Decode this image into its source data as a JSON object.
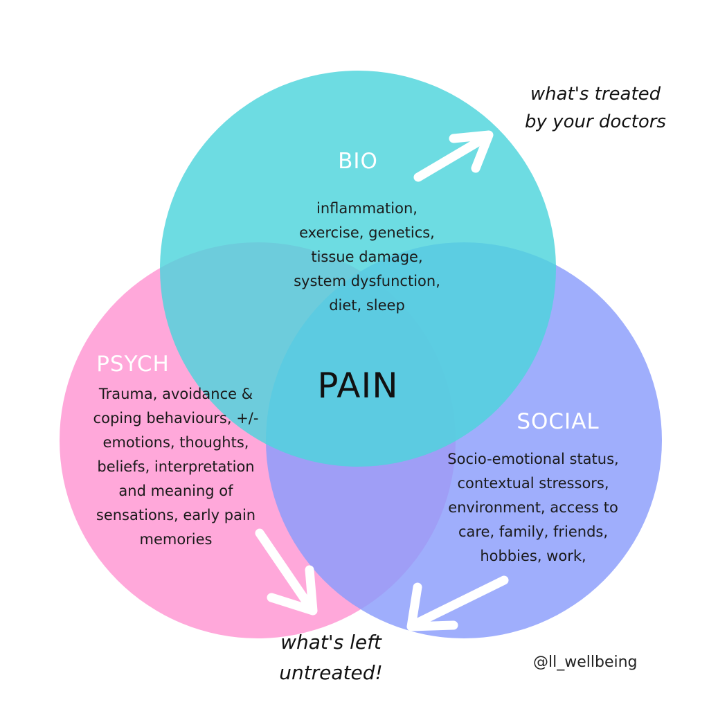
{
  "diagram": {
    "center_label": "PAIN",
    "circles": {
      "bio": {
        "title": "BIO",
        "lines": [
          "inflammation,",
          "exercise, genetics,",
          "tissue damage,",
          "system dysfunction,",
          "diet, sleep"
        ],
        "color": "#4dd4dc"
      },
      "psych": {
        "title": "PSYCH",
        "lines": [
          "Trauma, avoidance &",
          "coping behaviours, +/-",
          "emotions, thoughts,",
          "beliefs, interpretation",
          "and meaning of",
          "sensations, early pain",
          "memories"
        ],
        "color": "#ff8fcf"
      },
      "social": {
        "title": "SOCIAL",
        "lines": [
          "Socio-emotional status,",
          "contextual stressors,",
          "environment, access to",
          "care, family, friends,",
          "hobbies, work,"
        ],
        "color": "#8a9cfb"
      }
    },
    "annotations": {
      "treated": [
        "what's treated",
        "by your doctors"
      ],
      "untreated": [
        "what's left",
        "untreated!"
      ]
    },
    "handle": "@ll_wellbeing",
    "arrow_color": "#ffffff"
  }
}
